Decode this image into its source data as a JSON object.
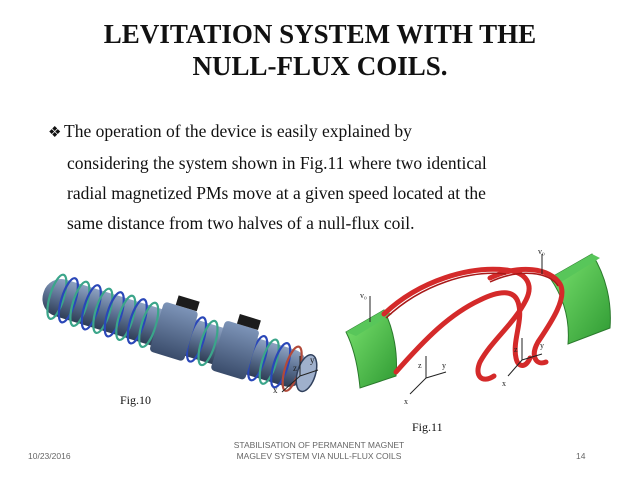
{
  "slide": {
    "title_line1": "LEVITATION SYSTEM WITH THE",
    "title_line2": "NULL-FLUX COILS.",
    "bullet_symbol": "❖",
    "body_lines": [
      "The operation of the device is easily explained by",
      "considering the system shown in Fig.11 where two identical",
      "radial magnetized PMs move at a given speed located at the",
      "same distance from two halves of a null-flux coil."
    ],
    "fig10": {
      "caption": "Fig.10",
      "axis_labels": [
        "y",
        "z",
        "x"
      ]
    },
    "fig11": {
      "caption": "Fig.11",
      "axis_labels": [
        "v₀",
        "z",
        "y",
        "x",
        "v₀",
        "z",
        "y",
        "x"
      ]
    }
  },
  "footer": {
    "date": "10/23/2016",
    "center_line1": "STABILISATION OF PERMANENT MAGNET",
    "center_line2": "MAGLEV SYSTEM VIA NULL-FLUX COILS",
    "page_number": "14"
  },
  "colors": {
    "magnet_green": "#4cc94a",
    "coil_red": "#d42a2a",
    "rod_blue": "#5a6f90"
  }
}
